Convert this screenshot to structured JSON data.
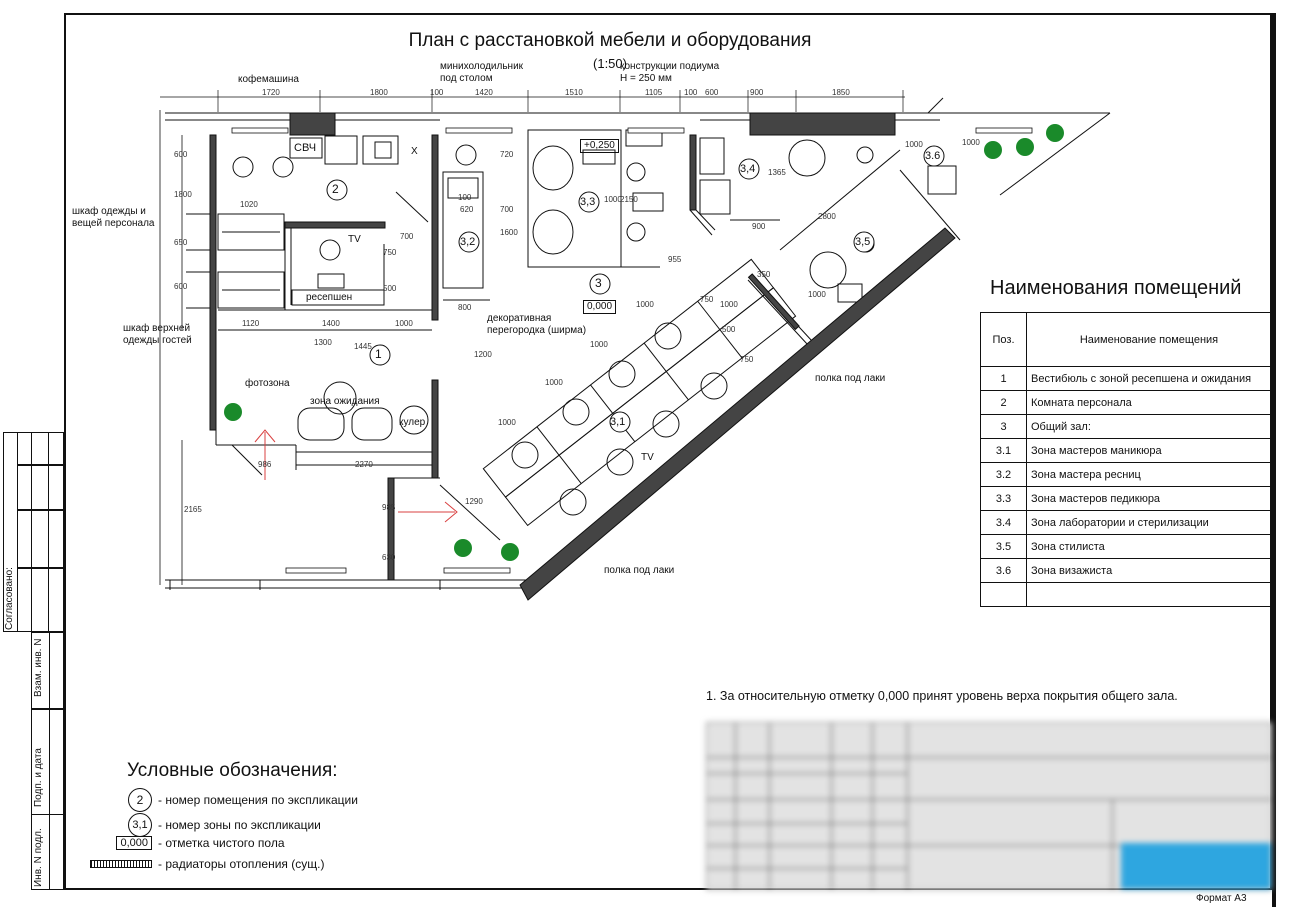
{
  "title": "План с расстановкой мебели и оборудования",
  "scale": "(1:50)",
  "labels": {
    "coffee": "кофемашина",
    "fridge": "минихолодильник\nпод столом",
    "podium": "конструкции подиума\nH = 250 мм",
    "svch": "СВЧ",
    "x": "X",
    "tv1": "TV",
    "tv2": "TV",
    "reception": "ресепшен",
    "wardrobe_staff": "шкаф одежды и\nвещей персонала",
    "wardrobe_guest": "шкаф верхней\nодежды гостей",
    "photozone": "фотозона",
    "waiting": "зона ожидания",
    "cooler": "кулер",
    "partition": "декоративная\nперегородка (ширма)",
    "shelf1": "полка под лаки",
    "shelf2": "полка под лаки",
    "level_main": "0,000",
    "level_podium": "+0,250"
  },
  "room_numbers": [
    "1",
    "2",
    "3"
  ],
  "zone_numbers": [
    "3,1",
    "3,2",
    "3,3",
    "3,4",
    "3,5",
    "3.6"
  ],
  "dims": {
    "top": [
      "1720",
      "1800",
      "100",
      "1420",
      "1510",
      "1105",
      "100",
      "600",
      "900",
      "1850"
    ],
    "left": [
      "600",
      "1800",
      "650",
      "600",
      "2165"
    ],
    "misc": [
      "1020",
      "700",
      "750",
      "500",
      "1120",
      "1400",
      "1000",
      "1300",
      "1445",
      "1200",
      "800",
      "620",
      "100",
      "700",
      "720",
      "1600",
      "2150",
      "1000",
      "986",
      "2270",
      "1290",
      "985",
      "630",
      "2800",
      "1000",
      "1365",
      "900",
      "350",
      "955",
      "750",
      "500",
      "750",
      "1000",
      "1000",
      "1000",
      "1000",
      "1000",
      "1000",
      "1000"
    ]
  },
  "rooms_table": {
    "title": "Наименования помещений",
    "header": [
      "Поз.",
      "Наименование помещения"
    ],
    "rows": [
      {
        "pos": "1",
        "name": "Вестибюль с зоной ресепшена и ожидания"
      },
      {
        "pos": "2",
        "name": "Комната персонала"
      },
      {
        "pos": "3",
        "name": "Общий зал:"
      },
      {
        "pos": "3.1",
        "name": "Зона мастеров маникюра"
      },
      {
        "pos": "3.2",
        "name": "Зона мастера ресниц"
      },
      {
        "pos": "3.3",
        "name": "Зона мастеров педикюра"
      },
      {
        "pos": "3.4",
        "name": "Зона лаборатории и стерилизации"
      },
      {
        "pos": "3.5",
        "name": "Зона стилиста"
      },
      {
        "pos": "3.6",
        "name": "Зона визажиста"
      },
      {
        "pos": "",
        "name": ""
      }
    ]
  },
  "note": "1. За относительную отметку 0,000 принят уровень верха покрытия общего зала.",
  "legend": {
    "title": "Условные обозначения:",
    "items": [
      {
        "symbol": "2",
        "text": "номер помещения по экспликации"
      },
      {
        "symbol": "3,1",
        "text": "номер зоны по экспликации"
      },
      {
        "symbol": "0,000",
        "text": "отметка чистого пола"
      },
      {
        "symbol": "",
        "text": "радиаторы отопления (сущ.)"
      }
    ],
    "dash": "-"
  },
  "side": {
    "agreed": "Согласовано:",
    "inv_replace": "Взам. инв. N",
    "sign_date": "Подп. и дата",
    "inv_orig": "Инв. N подл."
  },
  "format": "Формат А3",
  "colors": {
    "wall": "#444444",
    "plant": "#1a8a2a",
    "arrow": "#d94040"
  }
}
